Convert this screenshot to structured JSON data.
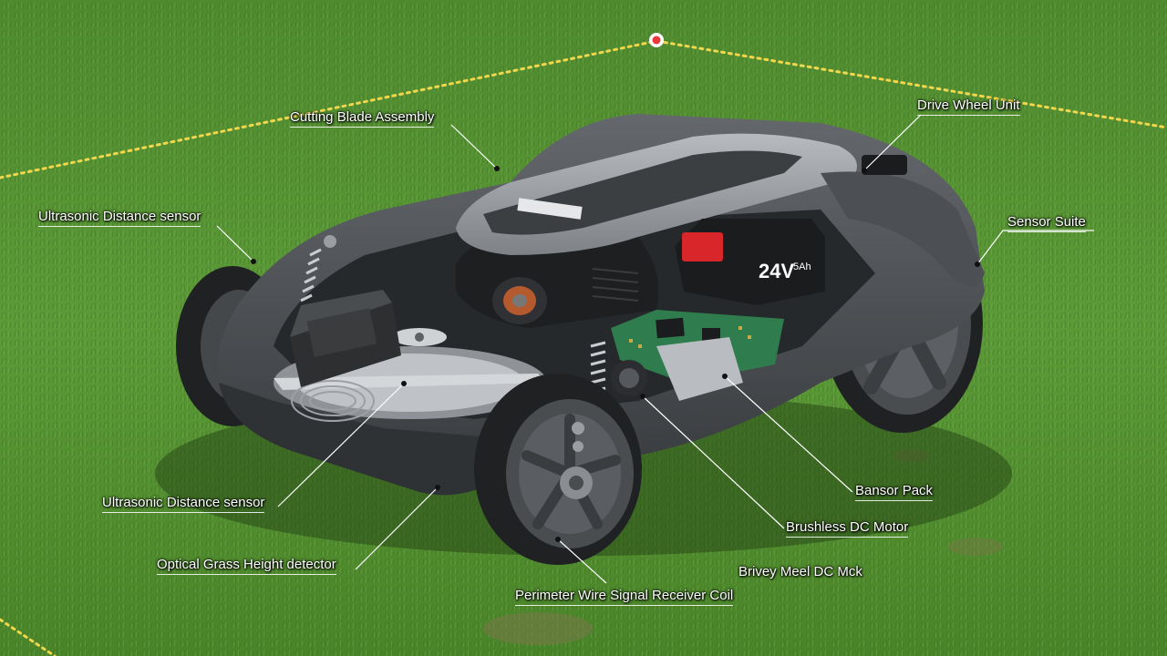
{
  "battery": {
    "label": "24V",
    "sub": "5Ah"
  },
  "labels": {
    "cutting_blade": "Cutting Blade Assembly",
    "drive_wheel": "Drive Wheel Unit",
    "ultrasonic_top": "Ultrasonic Distance sensor",
    "sensor_suite": "Sensor Suite",
    "bansor_pack": "Bansor Pack",
    "ultrasonic_bottom": "Ultrasonic Distance sensor",
    "brushless_motor": "Brushless DC Motor",
    "optical_grass": "Optical Grass Height detector",
    "brivey_meel": "Brivey Meel DC Mck",
    "perimeter_wire": "Perimeter Wire Signal Receiver Coil"
  },
  "colors": {
    "grass_light": "#5f9a3a",
    "grass_dark": "#3e7526",
    "body_dark": "#3f4245",
    "body_mid": "#585c60",
    "cover_light": "#9a9ea2",
    "battery_red": "#d8262b",
    "pcb_green": "#2f7d4e",
    "perimeter_wire": "#f2d64b",
    "marker_red": "#e8383a"
  }
}
